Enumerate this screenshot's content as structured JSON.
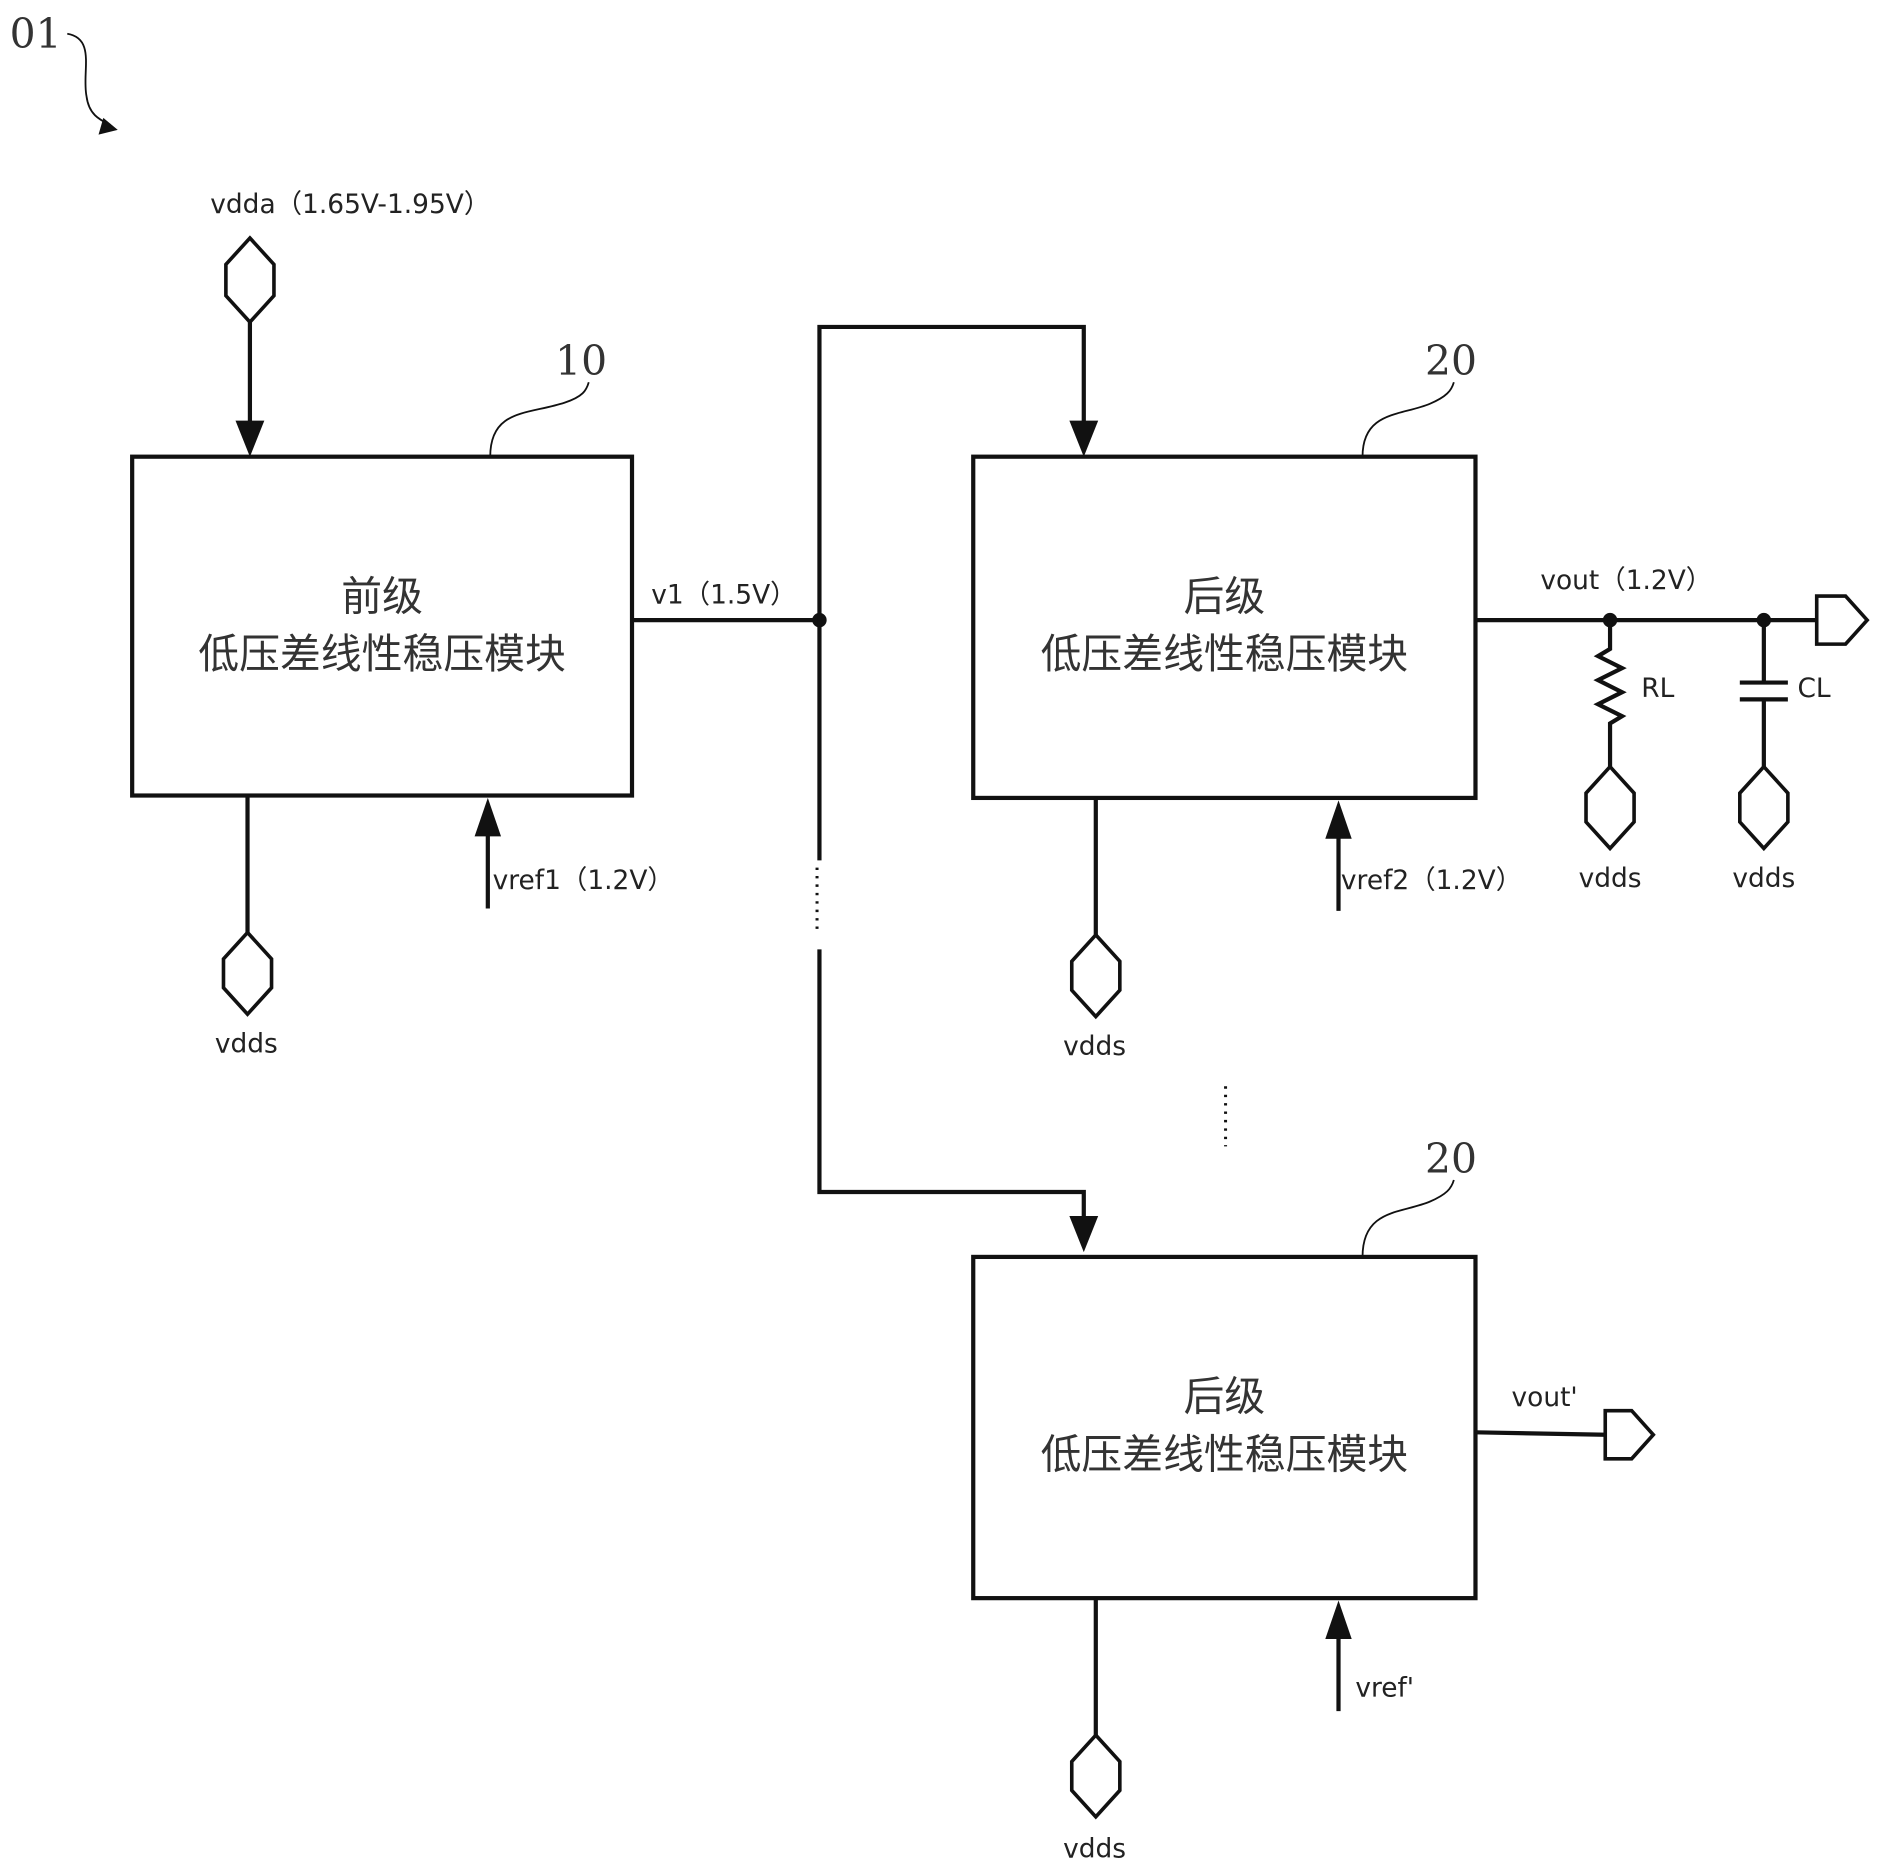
{
  "figure": {
    "ref": "01",
    "supply_input": {
      "label": "vdda（1.65V-1.95V）"
    },
    "modules": [
      {
        "ref": "10",
        "title": "前级",
        "subtitle": "低压差线性稳压模块",
        "ground": "vdds",
        "reference": "vref1（1.2V）"
      },
      {
        "ref": "20",
        "title": "后级",
        "subtitle": "低压差线性稳压模块",
        "ground": "vdds",
        "reference": "vref2（1.2V）",
        "output": "vout（1.2V）"
      },
      {
        "ref": "20",
        "title": "后级",
        "subtitle": "低压差线性稳压模块",
        "ground": "vdds",
        "reference": "vref'",
        "output": "vout'"
      }
    ],
    "intermediate_node": "v1（1.5V）",
    "load": {
      "resistor": "RL",
      "resistor_ground": "vdds",
      "capacitor": "CL",
      "capacitor_ground": "vdds"
    },
    "ellipsis": "⋮"
  }
}
